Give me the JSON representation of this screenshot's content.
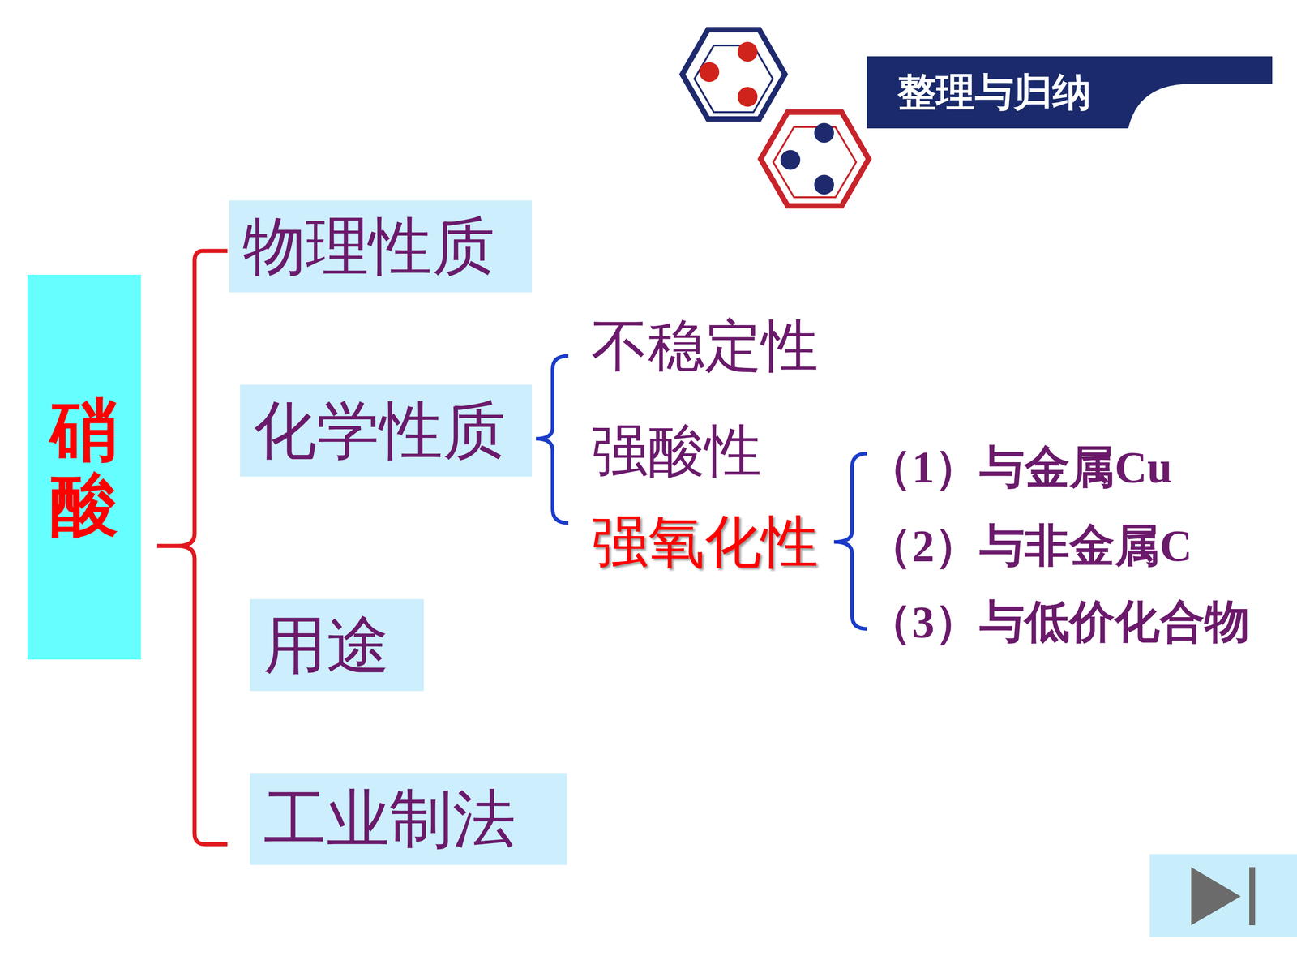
{
  "diagram": {
    "nodes": [
      {
        "text": [
          "整理与归纳"
        ]
      },
      {
        "text": [
          "硝酸"
        ]
      },
      {
        "text": [
          "物理性质"
        ]
      },
      {
        "text": [
          "化学性质"
        ]
      },
      {
        "text": [
          "用途"
        ]
      },
      {
        "text": [
          "工业制法"
        ]
      }
    ],
    "labels": [
      "不稳定性",
      "强酸性",
      "强氧化性",
      "（1）与金属Cu",
      "（2）与非金属C",
      "（3）与低价化合物"
    ]
  }
}
